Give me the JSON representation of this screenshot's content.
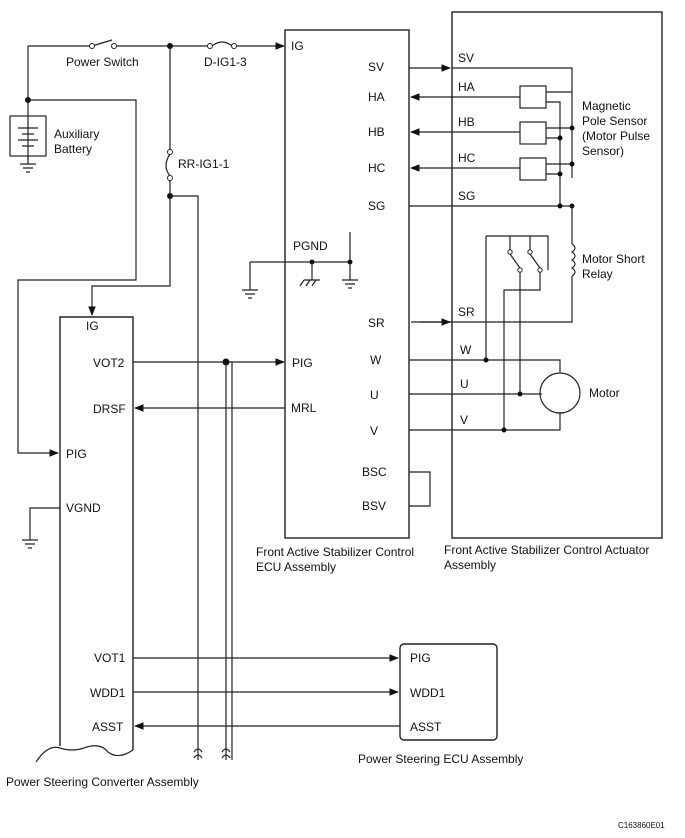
{
  "labels": {
    "power_switch": "Power Switch",
    "fuse_dig": "D-IG1-3",
    "fuse_rr": "RR-IG1-1",
    "aux_battery_1": "Auxiliary",
    "aux_battery_2": "Battery",
    "ecu_1": "Front Active Stabilizer Control",
    "ecu_2": "ECU Assembly",
    "actuator_1": "Front Active Stabilizer Control Actuator",
    "actuator_2": "Assembly",
    "mag_1": "Magnetic",
    "mag_2": "Pole Sensor",
    "mag_3": "(Motor Pulse",
    "mag_4": "Sensor)",
    "relay_1": "Motor Short",
    "relay_2": "Relay",
    "motor": "Motor",
    "converter": "Power Steering Converter Assembly",
    "ps_ecu": "Power Steering ECU Assembly",
    "code": "C163860E01"
  },
  "ecu_pins": {
    "ig": "IG",
    "sv": "SV",
    "ha": "HA",
    "hb": "HB",
    "hc": "HC",
    "sg": "SG",
    "pgnd": "PGND",
    "sr": "SR",
    "pig": "PIG",
    "mrl": "MRL",
    "w": "W",
    "u": "U",
    "v": "V",
    "bsc": "BSC",
    "bsv": "BSV"
  },
  "actuator_wires": {
    "sv": "SV",
    "ha": "HA",
    "hb": "HB",
    "hc": "HC",
    "sg": "SG",
    "sr": "SR",
    "w": "W",
    "u": "U",
    "v": "V"
  },
  "converter_pins": {
    "ig": "IG",
    "vot2": "VOT2",
    "drsf": "DRSF",
    "pig": "PIG",
    "vgnd": "VGND",
    "vot1": "VOT1",
    "wdd1": "WDD1",
    "asst": "ASST"
  },
  "ps_ecu_pins": {
    "pig": "PIG",
    "wdd1": "WDD1",
    "asst": "ASST"
  }
}
